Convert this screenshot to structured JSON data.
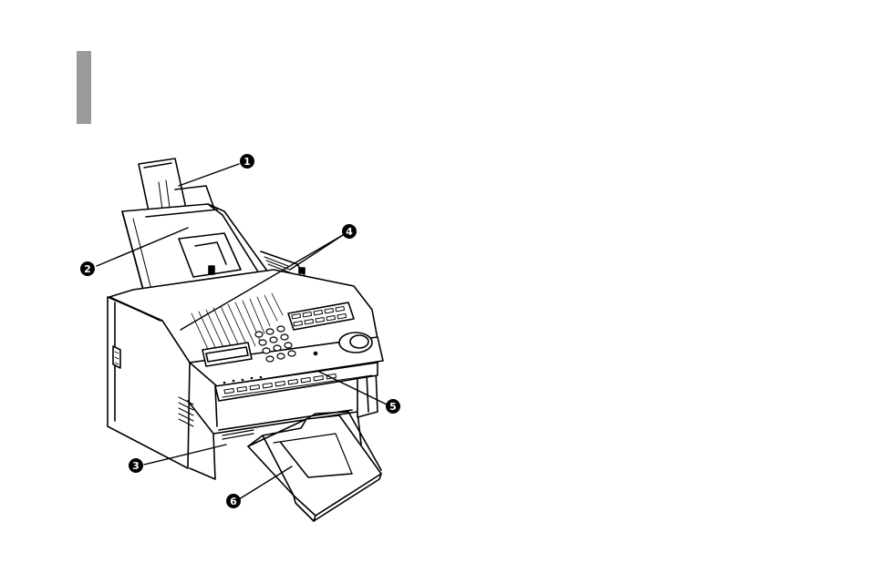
{
  "page": {
    "tab_color": "#9a9a9a"
  },
  "figure": {
    "callouts": [
      {
        "number": "1",
        "symbol": "❶"
      },
      {
        "number": "2",
        "symbol": "❷"
      },
      {
        "number": "3",
        "symbol": "❸"
      },
      {
        "number": "4",
        "symbol": "❹"
      },
      {
        "number": "5",
        "symbol": "❺"
      },
      {
        "number": "6",
        "symbol": "❻"
      }
    ]
  }
}
